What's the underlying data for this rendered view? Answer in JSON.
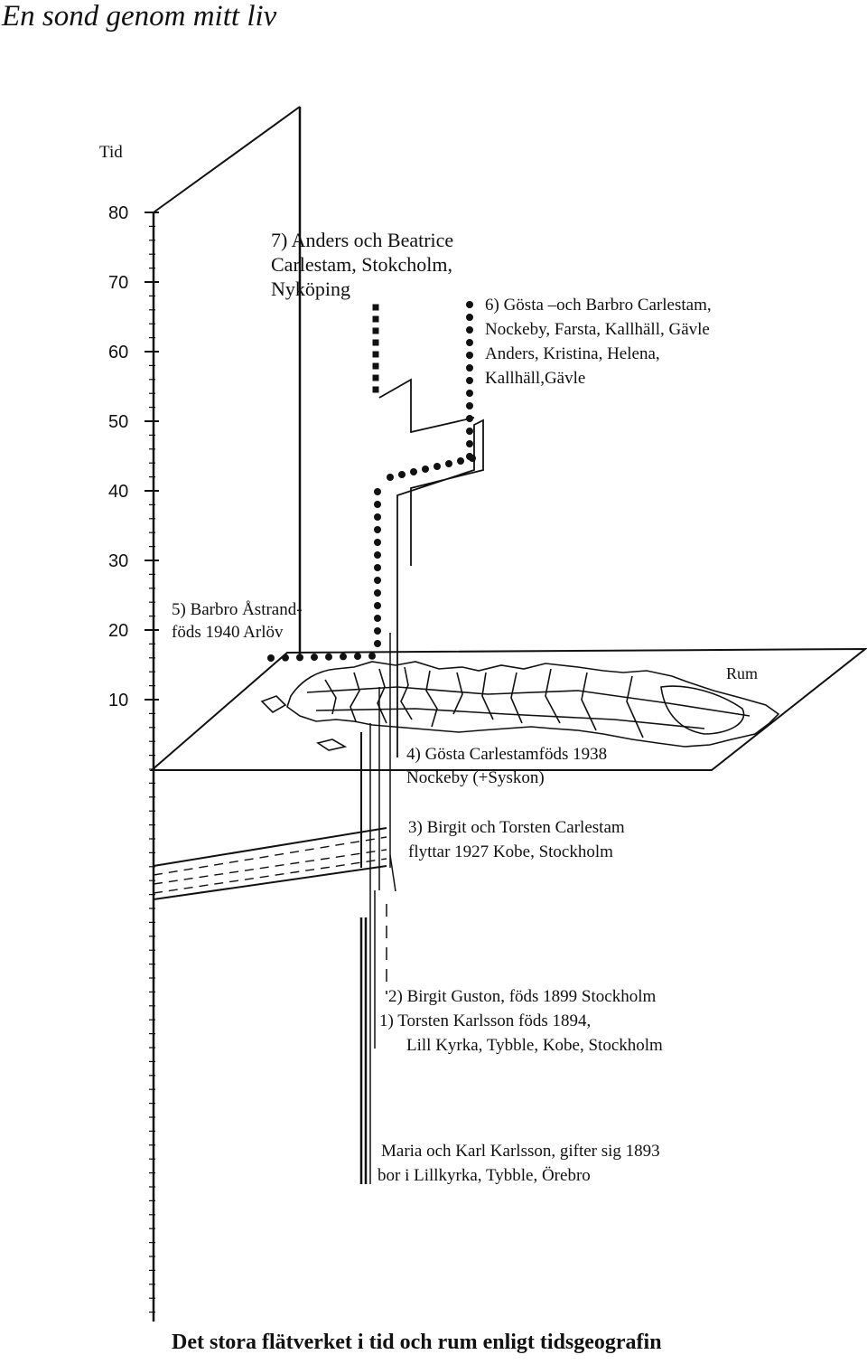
{
  "page_title": "En sond genom mitt liv",
  "caption": "Det stora flätverket i tid och rum enligt tidsgeografin",
  "axes": {
    "time_label": "Tid",
    "space_label": "Rum",
    "time_ticks": [
      "80",
      "70",
      "60",
      "50",
      "40",
      "30",
      "20",
      "10"
    ]
  },
  "events": {
    "e7": {
      "lines": [
        "7) Anders och Beatrice",
        "Carlestam, Stokcholm,",
        "Nyköping"
      ]
    },
    "e6": {
      "lines": [
        "6) Gösta –och Barbro Carlestam,",
        "Nockeby, Farsta, Kallhäll, Gävle",
        "Anders, Kristina, Helena,",
        "Kallhäll,Gävle"
      ]
    },
    "e5": {
      "lines": [
        "5) Barbro Åstrand-",
        "föds 1940 Arlöv"
      ]
    },
    "e4": {
      "lines": [
        "4) Gösta Carlestamföds 1938",
        "Nockeby (+Syskon)"
      ]
    },
    "e3": {
      "lines": [
        "3)  Birgit och Torsten Carlestam",
        "flyttar 1927 Kobe, Stockholm"
      ]
    },
    "e2": {
      "lines": [
        "2) Birgit Guston, föds 1899 Stockholm",
        "1) Torsten Karlsson föds 1894,",
        "Lill Kyrka, Tybble, Kobe, Stockholm"
      ]
    },
    "e0": {
      "lines": [
        "Maria och Karl Karlsson, gifter sig 1893",
        "bor i Lillkyrka, Tybble, Örebro"
      ]
    }
  }
}
